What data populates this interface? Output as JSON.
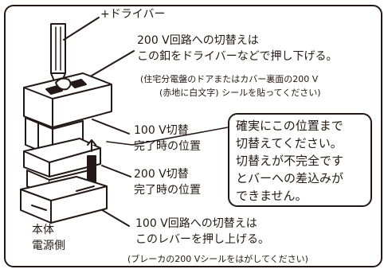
{
  "labels": {
    "screwdriver": "+ドライバー",
    "switch_200_line1": "200 V回路への切替えは",
    "switch_200_line2": "この釦をドライバーなどで押し下げる。",
    "seal_note_line1": "(住宅分電盤のドアまたはカバー裏面の200 V",
    "seal_note_line2": "(赤地に白文字) シールを貼ってください)",
    "pos_100_line1": "100 V切替",
    "pos_100_line2": "完了時の位置",
    "pos_200_line1": "200 V切替",
    "pos_200_line2": "完了時の位置",
    "body_line1": "本体",
    "body_line2": "電源側",
    "switch_100_line1": "100 V回路への切替えは",
    "switch_100_line2": "このレバーを押し上げる。",
    "breaker_note": "(ブレーカの200 Vシールをはがしてください)"
  },
  "caution": {
    "line1": "確実にこの位置まで",
    "line2": "切替えてください。",
    "line3": "切替えが不完全です",
    "line4": "とバーへの差込みが",
    "line5": "できません。"
  }
}
